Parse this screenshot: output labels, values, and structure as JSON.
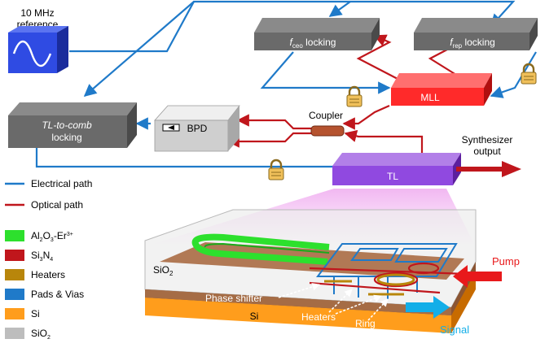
{
  "reference": {
    "line1": "10 MHz",
    "line2": "reference"
  },
  "blocks": {
    "fceo": {
      "var": "f",
      "sub": "ceo",
      "rest": " locking"
    },
    "frep": {
      "var": "f",
      "sub": "rep",
      "rest": " locking"
    },
    "tl_to_comb": {
      "line1": "TL-to-comb",
      "line2": "locking"
    },
    "bpd": "BPD",
    "mll": "MLL",
    "tl": "TL"
  },
  "coupler": "Coupler",
  "synth": {
    "line1": "Synthesizer",
    "line2": "output"
  },
  "legend_paths": [
    {
      "label": "Electrical path",
      "color": "#1f7ac9"
    },
    {
      "label": "Optical path",
      "color": "#c0161c"
    }
  ],
  "legend_materials": [
    {
      "base": "Al",
      "s1": "2",
      "mid": "O",
      "s2": "3",
      "tail": "-Er",
      "sup": "3+",
      "color": "#2de02d"
    },
    {
      "base": "Si",
      "s1": "3",
      "mid": "N",
      "s2": "4",
      "tail": "",
      "sup": "",
      "color": "#c0161c"
    },
    {
      "base": "Heaters",
      "s1": "",
      "mid": "",
      "s2": "",
      "tail": "",
      "sup": "",
      "color": "#b8860b"
    },
    {
      "base": "Pads & Vias",
      "s1": "",
      "mid": "",
      "s2": "",
      "tail": "",
      "sup": "",
      "color": "#1f7ac9"
    },
    {
      "base": "Si",
      "s1": "",
      "mid": "",
      "s2": "",
      "tail": "",
      "sup": "",
      "color": "#ff9d1c"
    },
    {
      "base": "SiO",
      "s1": "2",
      "mid": "",
      "s2": "",
      "tail": "",
      "sup": "",
      "color": "#bdbdbd"
    }
  ],
  "chip": {
    "sio2": {
      "base": "SiO",
      "sub": "2"
    },
    "si": "Si",
    "phase_shifter": "Phase shifter",
    "heaters": "Heaters",
    "ring": "Ring",
    "pump": "Pump",
    "signal": "Signal"
  }
}
